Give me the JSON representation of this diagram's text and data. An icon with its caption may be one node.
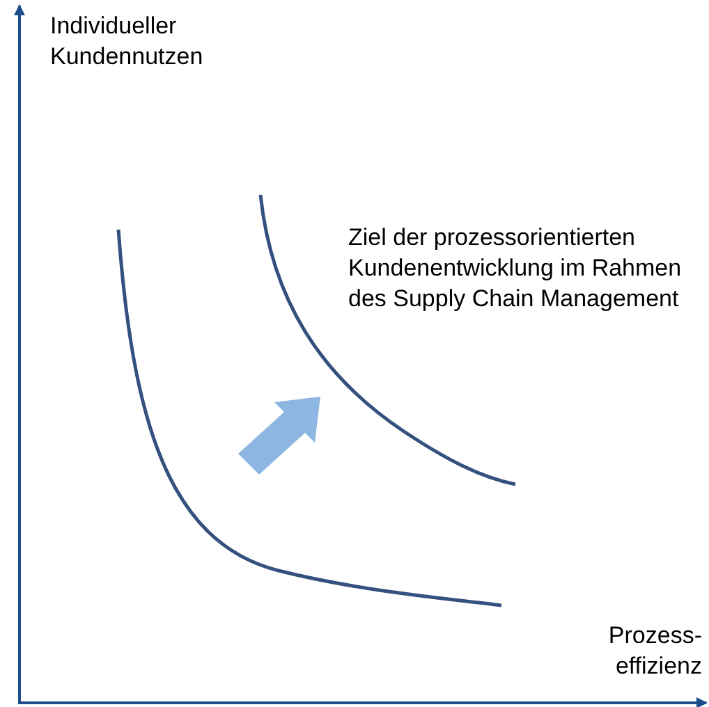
{
  "diagram": {
    "labels": [
      "Individueller Kundennutzen",
      "Ziel der prozessorientierten Kundenentwicklung im Rahmen des Supply Chain Management",
      "Prozess- effizienz"
    ]
  }
}
